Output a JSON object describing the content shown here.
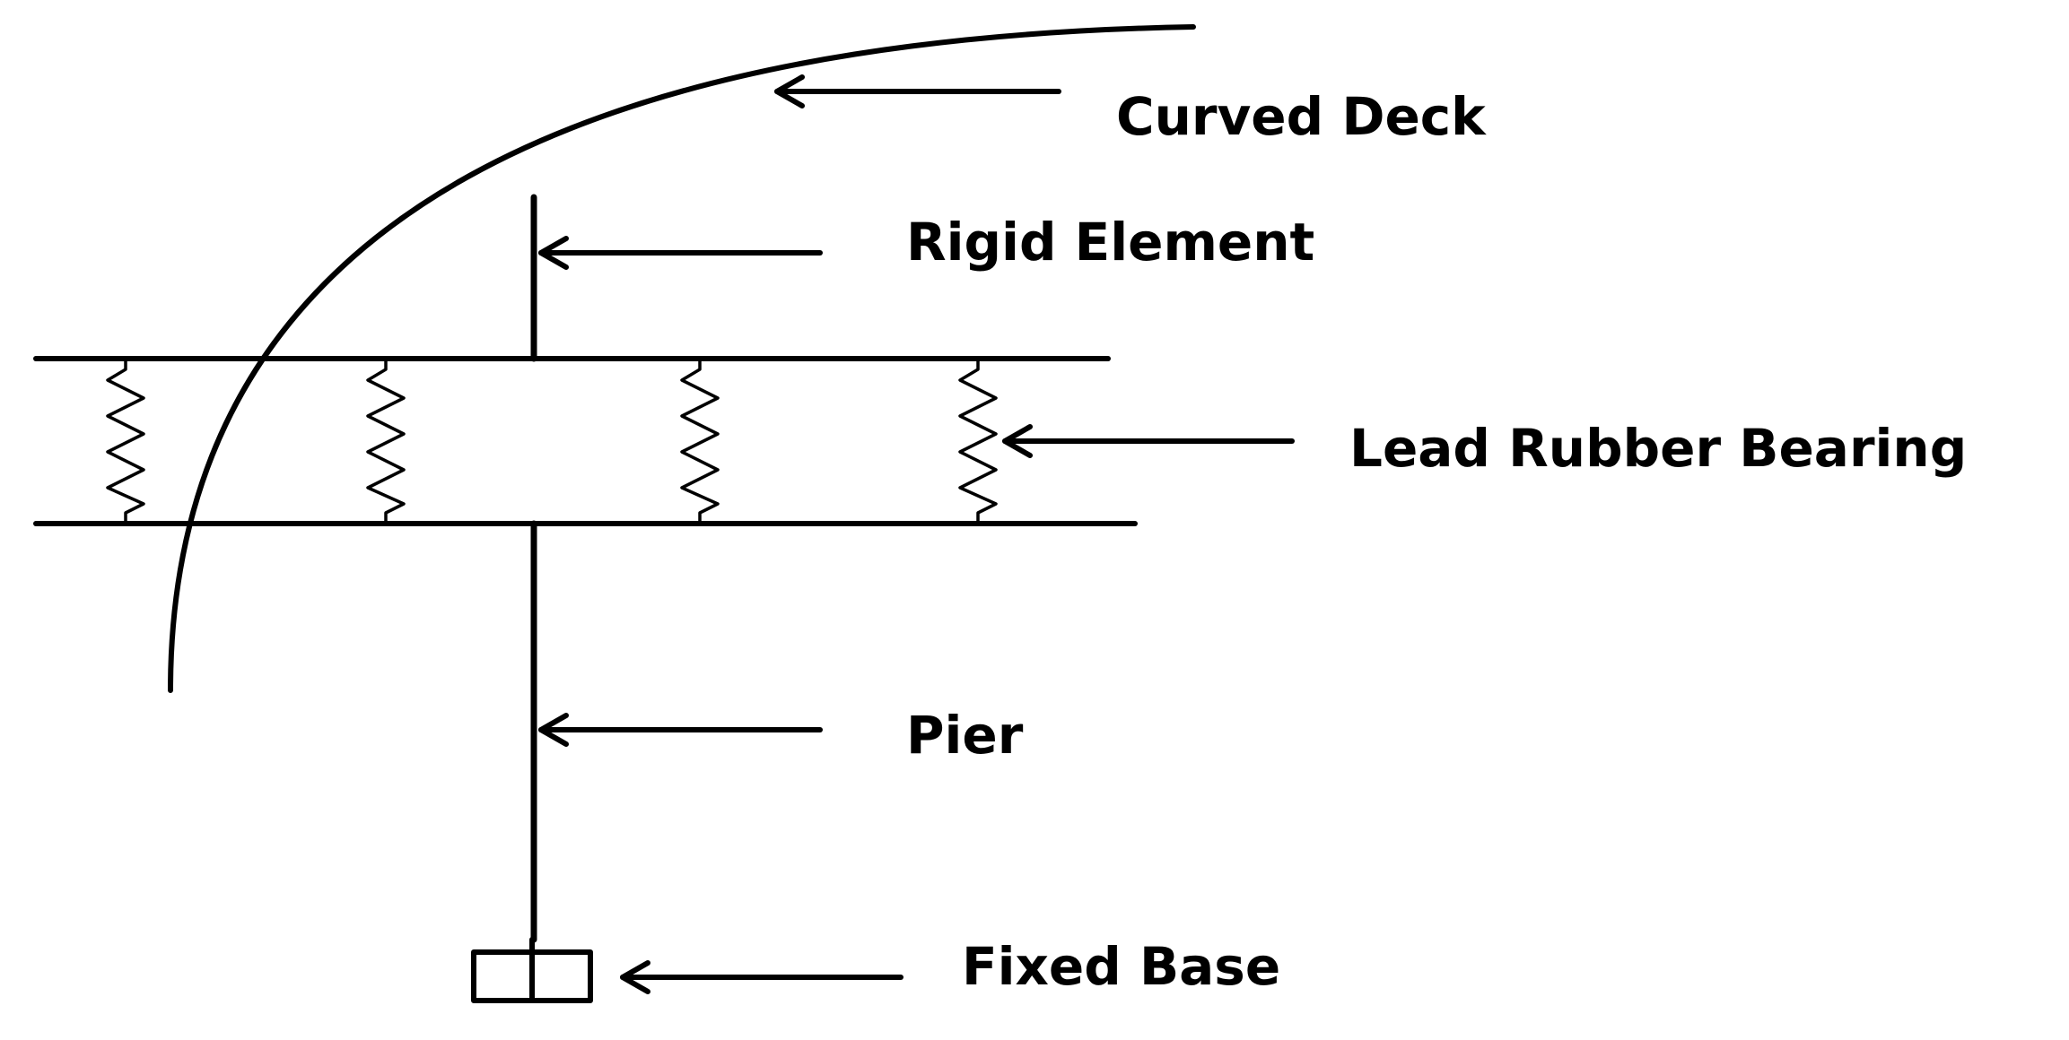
{
  "labels": {
    "curved_deck": "Curved Deck",
    "rigid_element": "Rigid Element",
    "lead_rubber_bearing": "Lead Rubber Bearing",
    "pier": "Pier",
    "fixed_base": "Fixed Base"
  },
  "colors": {
    "ink": "#000000",
    "background": "#ffffff"
  }
}
